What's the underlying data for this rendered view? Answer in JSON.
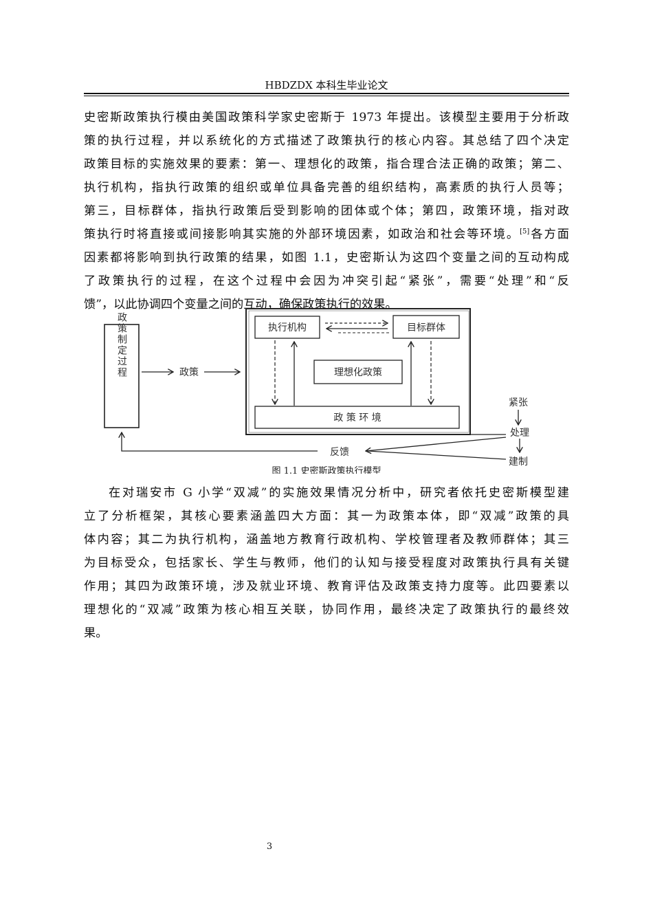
{
  "header": {
    "title": "HBDZDX 本科生毕业论文"
  },
  "paragraph1": {
    "lines": [
      "史密斯政策执行模由美国政策科学家史密斯于 1973 年提出。该模型主要用于分析政",
      "策的执行过程，并以系统化的方式描述了政策执行的核心内容。其总结了四个决定",
      "政策目标的实施效果的要素：第一、理想化的政策，指合理合法正确的政策；第二、",
      "执行机构，指执行政策的组织或单位具备完善的组织结构，高素质的执行人员等；",
      "第三，目标群体，指执行政策后受到影响的团体或个体；第四，政策环境，指对政",
      "策执行时将直接或间接影响其实施的外部环境因素，如政治和社会等环境。",
      "因素都将影响到执行政策的结果，如图 1.1，史密斯认为这四个变量之间的互动构成",
      "了政策执行的过程，在这个过程中会因为冲突引起“紧张”，需要“处理”和“反",
      "馈”，以此协调四个变量之间的互动，确保政策执行的效果。"
    ],
    "citation": "[5]",
    "line6_tail": "各方面"
  },
  "figure": {
    "policy_making_process": "政策制定过程",
    "policy_arrow_label": "政策",
    "executing_agency": "执行机构",
    "target_group": "目标群体",
    "idealized_policy": "理想化政策",
    "policy_environment": "政 策 环 境",
    "tension": "紧张",
    "handling": "处理",
    "construction": "建制",
    "feedback": "反馈",
    "caption": "图 1.1 史密斯政策执行模型"
  },
  "paragraph2": {
    "lines": [
      "在对瑞安市 G 小学“双减”的实施效果情况分析中，研究者依托史密斯模型建",
      "立了分析框架，其核心要素涵盖四大方面：其一为政策本体，即“双减”政策的具",
      "体内容；其二为执行机构，涵盖地方教育行政机构、学校管理者及教师群体；其三",
      "为目标受众，包括家长、学生与教师，他们的认知与接受程度对政策执行具有关键",
      "作用；其四为政策环境，涉及就业环境、教育评估及政策支持力度等。此四要素以",
      "理想化的“双减”政策为核心相互关联，协同作用，最终决定了政策执行的最终效",
      "果。"
    ]
  },
  "page_number": "3"
}
